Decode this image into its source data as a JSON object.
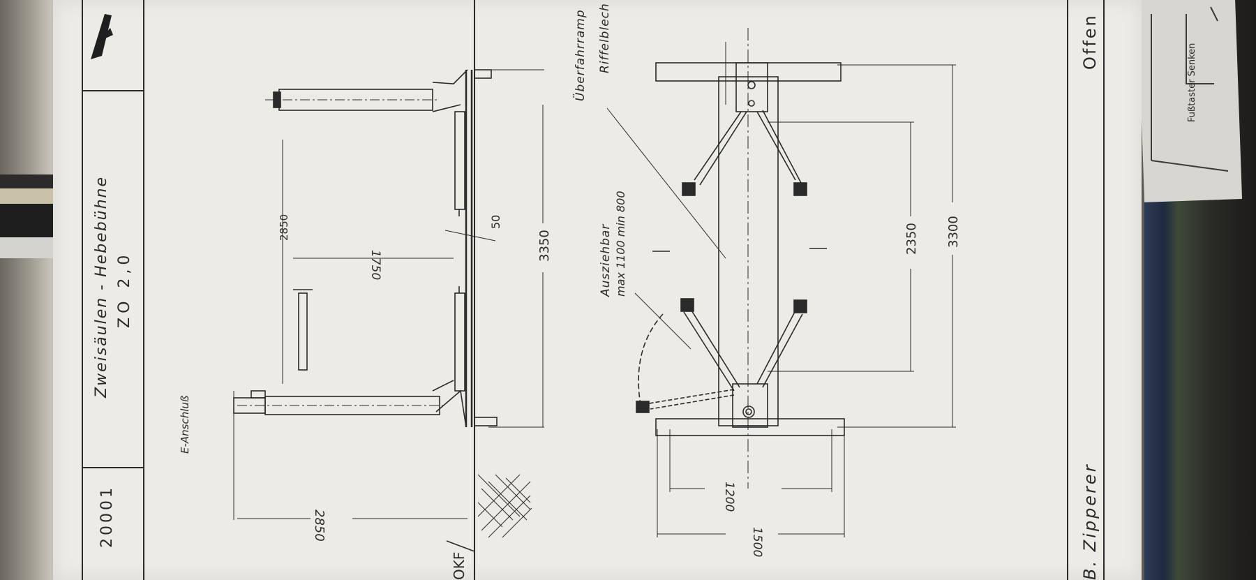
{
  "document": {
    "title_line1": "Zweisäulen - Hebebühne",
    "title_line2": "ZO 2,0",
    "drawing_number": "20001",
    "author": "B. Zipperer",
    "corner_label": "OKF",
    "right_edge_label": "Offen",
    "annotations": {
      "e_anschluss": "E-Anschluß",
      "ueberfahrrampe": "Überfahrramp",
      "riffelblech": "Riffelblech",
      "ausziehbar": "Ausziehbar",
      "max_min": "max 1100  min 800",
      "note_text": "Fußtaster Senken"
    },
    "dimensions": {
      "d2850_height": "2850",
      "d1750": "1750",
      "d50": "50",
      "d3350": "3350",
      "d2850_width": "2850",
      "d2350": "2350",
      "d3300": "3300",
      "d1200": "1200",
      "d1500": "1500"
    }
  },
  "colors": {
    "paper": "#ecebe6",
    "ink": "#2a2a2a"
  }
}
